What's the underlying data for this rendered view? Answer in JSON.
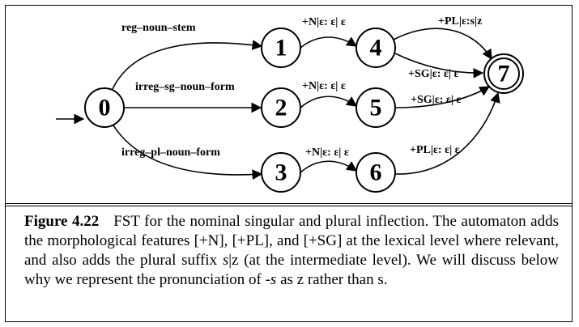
{
  "diagram": {
    "nodes": [
      {
        "id": "0",
        "label": "0",
        "start": true
      },
      {
        "id": "1",
        "label": "1"
      },
      {
        "id": "2",
        "label": "2"
      },
      {
        "id": "3",
        "label": "3"
      },
      {
        "id": "4",
        "label": "4"
      },
      {
        "id": "5",
        "label": "5"
      },
      {
        "id": "6",
        "label": "6"
      },
      {
        "id": "7",
        "label": "7",
        "final": true
      }
    ],
    "edges": [
      {
        "from": "0",
        "to": "1",
        "label": "reg–noun–stem"
      },
      {
        "from": "0",
        "to": "2",
        "label": "irreg–sg–noun–form"
      },
      {
        "from": "0",
        "to": "3",
        "label": "irreg–pl–noun–form"
      },
      {
        "from": "1",
        "to": "4",
        "label": "+N|ε: ε| ε"
      },
      {
        "from": "2",
        "to": "5",
        "label": "+N|ε: ε| ε"
      },
      {
        "from": "3",
        "to": "6",
        "label": "+N|ε: ε| ε"
      },
      {
        "from": "4",
        "to": "7",
        "label": "+PL|ε:s|z"
      },
      {
        "from": "4",
        "to": "7",
        "label": "+SG|ε: ε| ε"
      },
      {
        "from": "5",
        "to": "7",
        "label": "+SG|ε: ε| ε"
      },
      {
        "from": "6",
        "to": "7",
        "label": "+PL|ε: ε| ε"
      }
    ]
  },
  "caption": {
    "figure_label": "Figure 4.22",
    "text_1": "FST for the nominal singular and plural inflection. The automaton adds the morphological features [+N], [+PL], and [+SG] at the lexical level where relevant, and also adds the plural suffix ",
    "suffix": "s",
    "bar": "|",
    "suffix_z": "z",
    "text_2": " (at the intermediate level). We will discuss below why we represent the pronunciation of ",
    "dash_s": "-s",
    "text_3": " as ",
    "z": "z",
    "text_4": " rather than ",
    "s": "s",
    "text_5": "."
  }
}
